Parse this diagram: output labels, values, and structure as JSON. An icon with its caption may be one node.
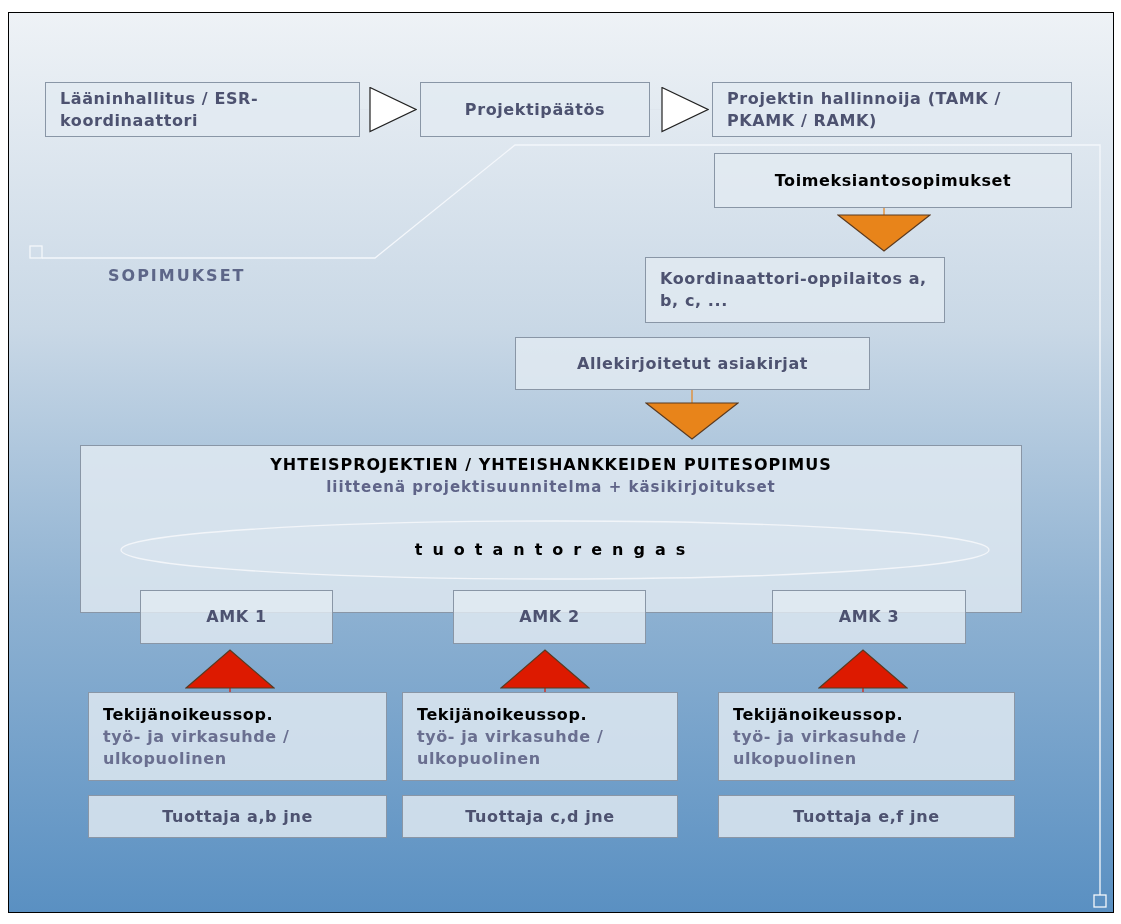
{
  "diagram": {
    "nodes": [
      {
        "text": [
          "Lääninhallitus / ESR-koordinaattori"
        ]
      },
      {
        "text": [
          "Projektipäätös"
        ]
      },
      {
        "text": [
          "Projektin hallinnoija (TAMK / PKAMK / RAMK)"
        ]
      },
      {
        "text": [
          "Toimeksiantosopimukset"
        ]
      },
      {
        "text": [
          "Koordinaattori-oppilaitos a, b, c, ..."
        ]
      },
      {
        "text": [
          "Allekirjoitetut asiakirjat"
        ]
      },
      {
        "text": [
          "YHTEISPROJEKTIEN / YHTEISHANKKEIDEN PUITESOPIMUS",
          "liitteenä projektisuunnitelma + käsikirjoitukset"
        ]
      },
      {
        "text": [
          "tuotantorengas"
        ],
        "in": 6
      },
      {
        "text": [
          "AMK 1"
        ]
      },
      {
        "text": [
          "AMK 2"
        ]
      },
      {
        "text": [
          "AMK 3"
        ]
      },
      {
        "text": [
          "Tekijänoikeussop.",
          "työ- ja virkasuhde / ulkopuolinen"
        ]
      },
      {
        "text": [
          "Tekijänoikeussop.",
          "työ- ja virkasuhde / ulkopuolinen"
        ]
      },
      {
        "text": [
          "Tekijänoikeussop.",
          "työ- ja virkasuhde / ulkopuolinen"
        ]
      },
      {
        "text": [
          "Tuottaja a,b jne"
        ]
      },
      {
        "text": [
          "Tuottaja c,d jne"
        ]
      },
      {
        "text": [
          "Tuottaja e,f jne"
        ]
      }
    ],
    "edges": [
      {
        "from": 0,
        "to": 1,
        "arrow": "to",
        "color": "#ffffff"
      },
      {
        "from": 1,
        "to": 2,
        "arrow": "to",
        "color": "#ffffff"
      },
      {
        "from": 3,
        "to": 4,
        "arrow": "to",
        "color": "#e8841a"
      },
      {
        "from": 5,
        "to": 6,
        "arrow": "to",
        "color": "#e8841a"
      },
      {
        "from": 11,
        "to": 8,
        "arrow": "to"
      },
      {
        "from": 12,
        "to": 9,
        "arrow": "to"
      },
      {
        "from": 13,
        "to": 10,
        "arrow": "to"
      }
    ],
    "labels": [
      "SOPIMUKSET"
    ]
  }
}
